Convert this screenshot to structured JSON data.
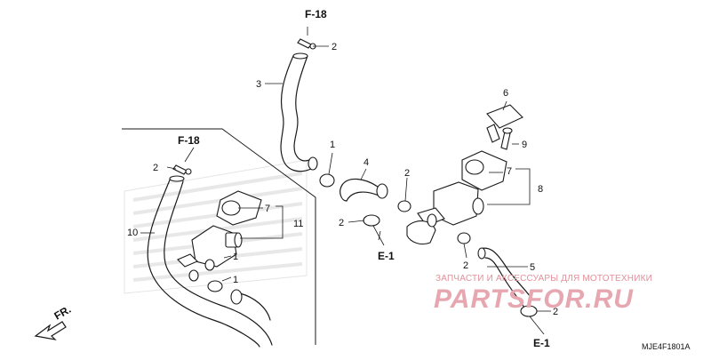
{
  "refs": {
    "f18": "F-18",
    "e1": "E-1",
    "fr": "FR."
  },
  "callouts": [
    "1",
    "2",
    "3",
    "4",
    "5",
    "6",
    "7",
    "8",
    "9",
    "10",
    "11"
  ],
  "diagram_code": "MJE4F1801A",
  "watermark": {
    "tagline": "ЗАПЧАСТИ И АКСЕССУАРЫ ДЛЯ МОТОТЕХНИКИ",
    "logo": "PARTSFOR.RU"
  },
  "colors": {
    "line": "#1a1a1a",
    "watermark": "#e3909a",
    "background_logo": "#d8d8d8"
  }
}
